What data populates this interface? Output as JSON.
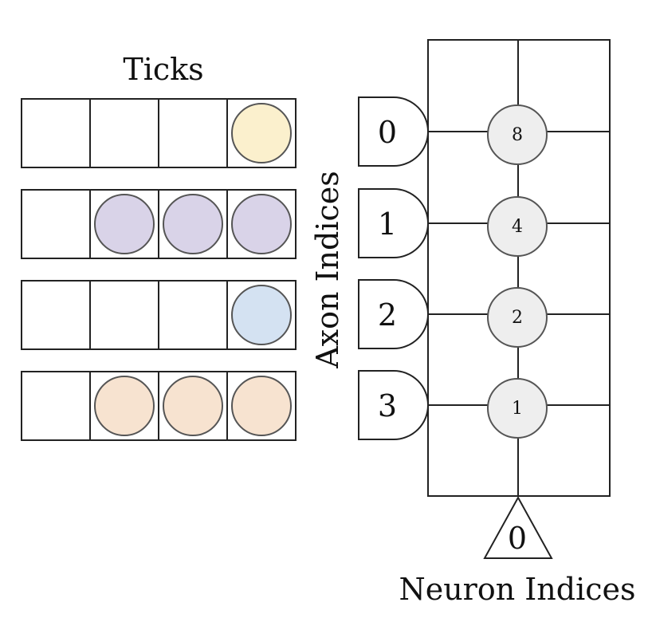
{
  "ticks_title": "Ticks",
  "axon_axis_label": "Axon Indices",
  "neuron_axis_label": "Neuron Indices",
  "spike_trains": [
    {
      "spikes": [
        false,
        false,
        false,
        true
      ],
      "color": "#fbf0cd"
    },
    {
      "spikes": [
        false,
        true,
        true,
        true
      ],
      "color": "#d9d3e8"
    },
    {
      "spikes": [
        false,
        false,
        false,
        true
      ],
      "color": "#d4e2f2"
    },
    {
      "spikes": [
        false,
        true,
        true,
        true
      ],
      "color": "#f7e3d0"
    }
  ],
  "axons": [
    {
      "label": "0",
      "weight": "8"
    },
    {
      "label": "1",
      "weight": "4"
    },
    {
      "label": "2",
      "weight": "2"
    },
    {
      "label": "3",
      "weight": "1"
    }
  ],
  "neuron": {
    "label": "0"
  }
}
